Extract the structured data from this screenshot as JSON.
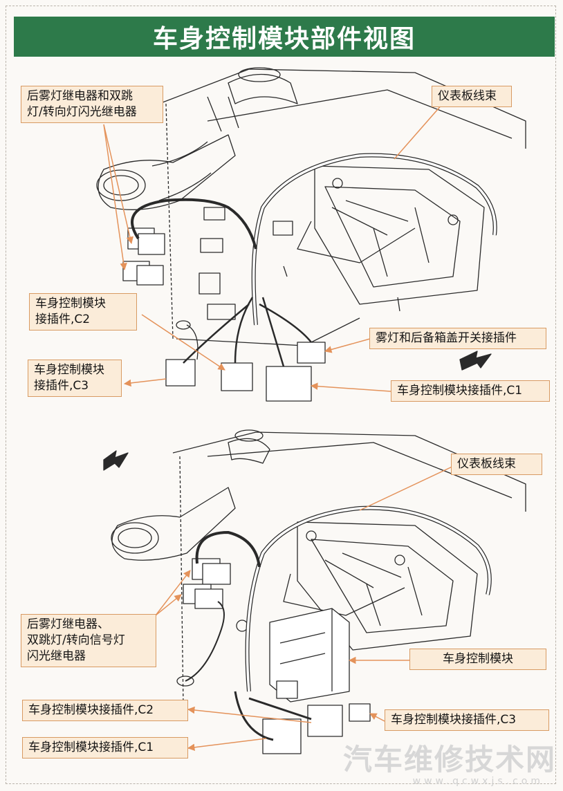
{
  "title": "车身控制模块部件视图",
  "labels": {
    "rear_fog_hazard_relay_top": [
      "后雾灯继电器和双跳",
      "灯/转向灯闪光继电器"
    ],
    "ip_harness_top": "仪表板线束",
    "bcm_connector_c2_top": [
      "车身控制模块",
      "接插件,C2"
    ],
    "bcm_connector_c3_top": [
      "车身控制模块",
      "接插件,C3"
    ],
    "fog_trunk_switch_connector": "雾灯和后备箱盖开关接插件",
    "bcm_connector_c1_top": "车身控制模块接插件,C1",
    "ip_harness_bottom": "仪表板线束",
    "rear_fog_hazard_relay_bottom": [
      "后雾灯继电器、",
      "双跳灯/转向信号灯",
      "闪光继电器"
    ],
    "bcm_bottom": "车身控制模块",
    "bcm_connector_c2_bottom": "车身控制模块接插件,C2",
    "bcm_connector_c3_bottom": "车身控制模块接插件,C3",
    "bcm_connector_c1_bottom": "车身控制模块接插件,C1"
  },
  "watermark": {
    "main": "汽车维修技术网",
    "url": "www.qcwxjs.com"
  },
  "colors": {
    "title_bg": "#2d7a4a",
    "label_bg": "#fbecd9",
    "label_border": "#d89a62",
    "leader_line": "#e4925a"
  }
}
